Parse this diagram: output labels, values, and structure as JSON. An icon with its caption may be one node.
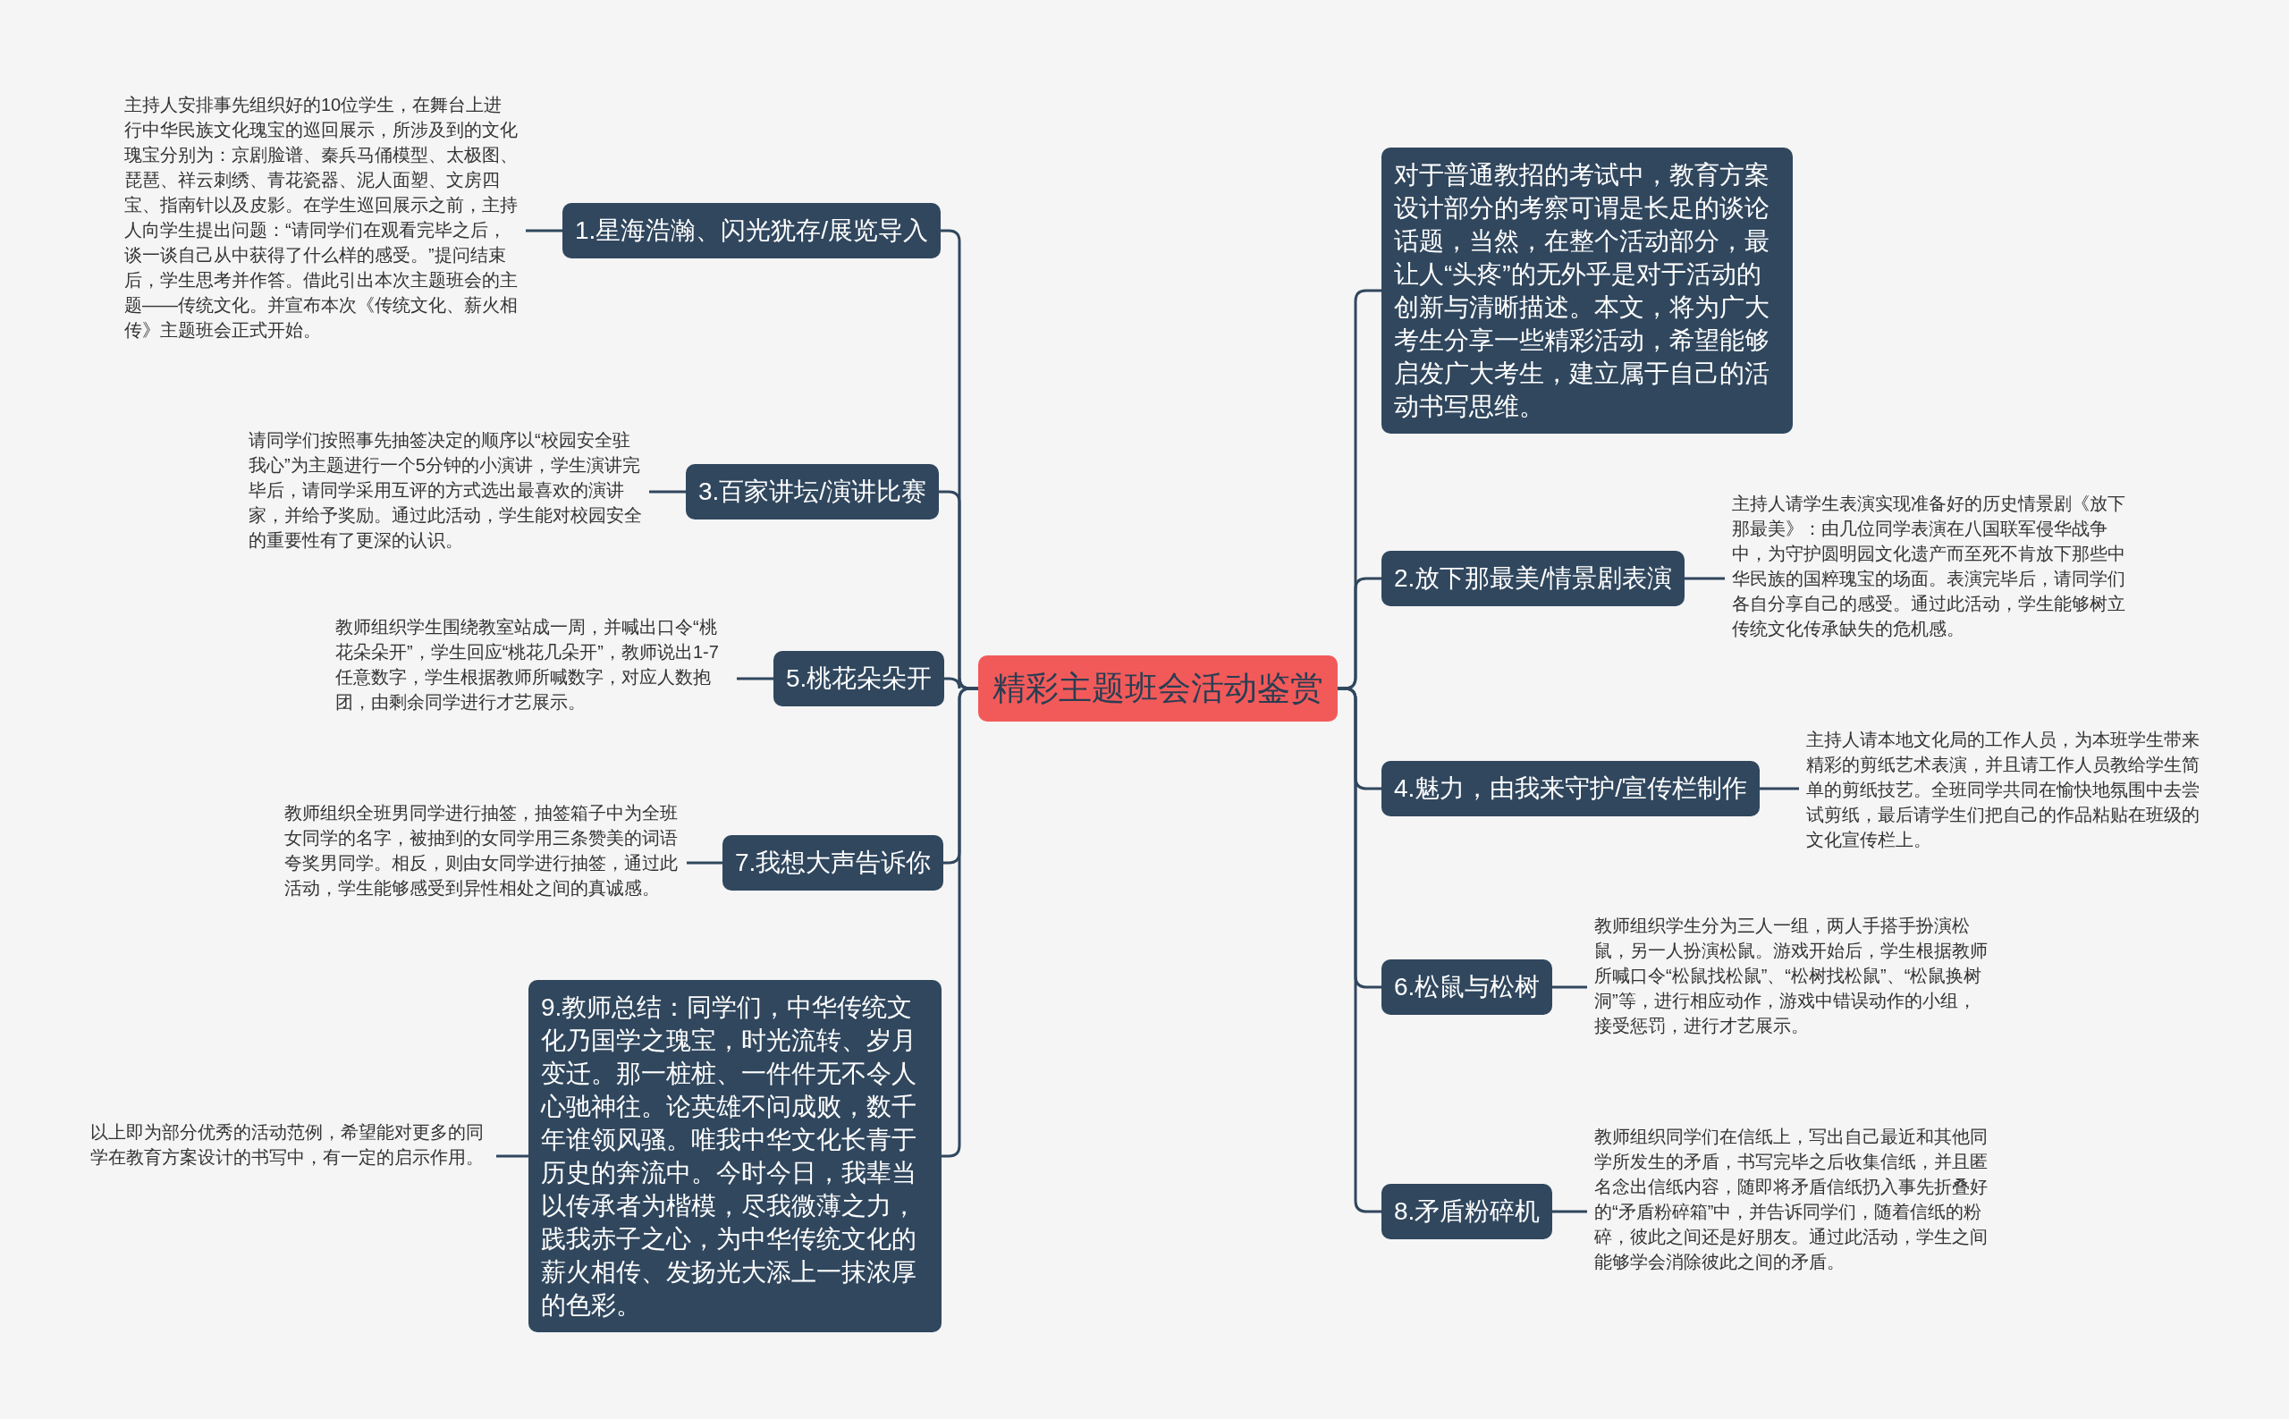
{
  "diagram": {
    "nodes": [
      {
        "text": [
          "精彩主题班会活动鉴赏"
        ]
      },
      {
        "text": [
          "1.星海浩瀚、闪光犹存/展览导入"
        ]
      },
      {
        "text": [
          "主持人安排事先组织好的10位学生，在舞台上进行中华民族文化瑰宝的巡回展示，所涉及到的文化瑰宝分别为：京剧脸谱、秦兵马俑模型、太极图、琵琶、祥云刺绣、青花瓷器、泥人面塑、文房四宝、指南针以及皮影。在学生巡回展示之前，主持人向学生提出问题：“请同学们在观看完毕之后，谈一谈自己从中获得了什么样的感受。”提问结束后，学生思考并作答。借此引出本次主题班会的主题——传统文化。并宣布本次《传统文化、薪火相传》主题班会正式开始。"
        ]
      },
      {
        "text": [
          "3.百家讲坛/演讲比赛"
        ]
      },
      {
        "text": [
          "请同学们按照事先抽签决定的顺序以“校园安全驻我心”为主题进行一个5分钟的小演讲，学生演讲完毕后，请同学采用互评的方式选出最喜欢的演讲家，并给予奖励。通过此活动，学生能对校园安全的重要性有了更深的认识。"
        ]
      },
      {
        "text": [
          "5.桃花朵朵开"
        ]
      },
      {
        "text": [
          "教师组织学生围绕教室站成一周，并喊出口令“桃花朵朵开”，学生回应“桃花几朵开”，教师说出1-7任意数字，学生根据教师所喊数字，对应人数抱团，由剩余同学进行才艺展示。"
        ]
      },
      {
        "text": [
          "7.我想大声告诉你"
        ]
      },
      {
        "text": [
          "教师组织全班男同学进行抽签，抽签箱子中为全班女同学的名字，被抽到的女同学用三条赞美的词语夸奖男同学。相反，则由女同学进行抽签，通过此活动，学生能够感受到异性相处之间的真诚感。"
        ]
      },
      {
        "text": [
          "9.教师总结：同学们，中华传统文化乃国学之瑰宝，时光流转、岁月变迁。那一桩桩、一件件无不令人心驰神往。论英雄不问成败，数千年谁领风骚。唯我中华文化长青于历史的奔流中。今时今日，我辈当以传承者为楷模，尽我微薄之力，践我赤子之心，为中华传统文化的薪火相传、发扬光大添上一抹浓厚的色彩。"
        ]
      },
      {
        "text": [
          "以上即为部分优秀的活动范例，希望能对更多的同学在教育方案设计的书写中，有一定的启示作用。"
        ]
      },
      {
        "text": [
          "对于普通教招的考试中，教育方案设计部分的考察可谓是长足的谈论话题，当然，在整个活动部分，最让人“头疼”的无外乎是对于活动的创新与清晰描述。本文，将为广大考生分享一些精彩活动，希望能够启发广大考生，建立属于自己的活动书写思维。"
        ]
      },
      {
        "text": [
          "2.放下那最美/情景剧表演"
        ]
      },
      {
        "text": [
          "主持人请学生表演实现准备好的历史情景剧《放下那最美》：由几位同学表演在八国联军侵华战争中，为守护圆明园文化遗产而至死不肯放下那些中华民族的国粹瑰宝的场面。表演完毕后，请同学们各自分享自己的感受。通过此活动，学生能够树立传统文化传承缺失的危机感。"
        ]
      },
      {
        "text": [
          "4.魅力，由我来守护/宣传栏制作"
        ]
      },
      {
        "text": [
          "主持人请本地文化局的工作人员，为本班学生带来精彩的剪纸艺术表演，并且请工作人员教给学生简单的剪纸技艺。全班同学共同在愉快地氛围中去尝试剪纸，最后请学生们把自己的作品粘贴在班级的文化宣传栏上。"
        ]
      },
      {
        "text": [
          "6.松鼠与松树"
        ]
      },
      {
        "text": [
          "教师组织学生分为三人一组，两人手搭手扮演松鼠，另一人扮演松鼠。游戏开始后，学生根据教师所喊口令“松鼠找松鼠”、“松树找松鼠”、“松鼠换树洞”等，进行相应动作，游戏中错误动作的小组，接受惩罚，进行才艺展示。"
        ]
      },
      {
        "text": [
          "8.矛盾粉碎机"
        ]
      },
      {
        "text": [
          "教师组织同学们在信纸上，写出自己最近和其他同学所发生的矛盾，书写完毕之后收集信纸，并且匿名念出信纸内容，随即将矛盾信纸扔入事先折叠好的“矛盾粉碎箱”中，并告诉同学们，随着信纸的粉碎，彼此之间还是好朋友。通过此活动，学生之间能够学会消除彼此之间的矛盾。"
        ]
      }
    ],
    "edges": [
      {
        "from": 0,
        "to": 1,
        "arrow": "none"
      },
      {
        "from": 1,
        "to": 2,
        "arrow": "none"
      },
      {
        "from": 0,
        "to": 3,
        "arrow": "none"
      },
      {
        "from": 3,
        "to": 4,
        "arrow": "none"
      },
      {
        "from": 0,
        "to": 5,
        "arrow": "none"
      },
      {
        "from": 5,
        "to": 6,
        "arrow": "none"
      },
      {
        "from": 0,
        "to": 7,
        "arrow": "none"
      },
      {
        "from": 7,
        "to": 8,
        "arrow": "none"
      },
      {
        "from": 0,
        "to": 9,
        "arrow": "none"
      },
      {
        "from": 9,
        "to": 10,
        "arrow": "none"
      },
      {
        "from": 0,
        "to": 11,
        "arrow": "none"
      },
      {
        "from": 0,
        "to": 12,
        "arrow": "none"
      },
      {
        "from": 12,
        "to": 13,
        "arrow": "none"
      },
      {
        "from": 0,
        "to": 14,
        "arrow": "none"
      },
      {
        "from": 14,
        "to": 15,
        "arrow": "none"
      },
      {
        "from": 0,
        "to": 16,
        "arrow": "none"
      },
      {
        "from": 16,
        "to": 17,
        "arrow": "none"
      },
      {
        "from": 0,
        "to": 18,
        "arrow": "none"
      },
      {
        "from": 18,
        "to": 19,
        "arrow": "none"
      }
    ]
  }
}
